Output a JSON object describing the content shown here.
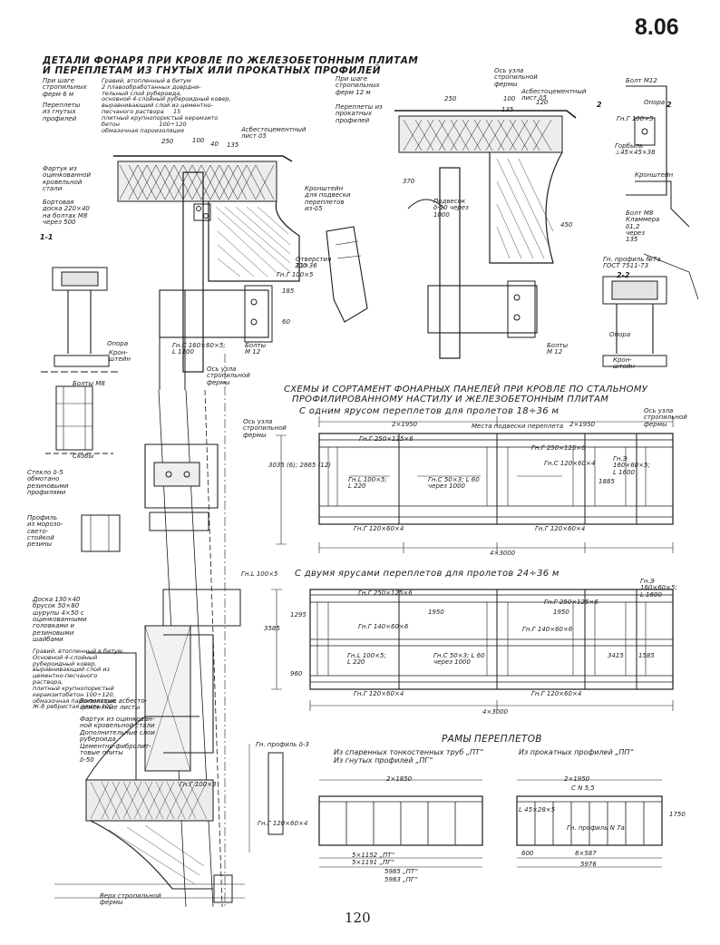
{
  "sheet_number": "8.06",
  "page_number": "120",
  "titles": {
    "main_1": "ДЕТАЛИ ФОНАРЯ ПРИ КРОВЛЕ ПО ЖЕЛЕЗОБЕТОННЫМ ПЛИТАМ",
    "main_2": "И ПЕРЕПЛЕТАМ ИЗ ГНУТЫХ ИЛИ ПРОКАТНЫХ ПРОФИЛЕЙ",
    "schemes_1": "СХЕМЫ И СОРТАМЕНТ ФОНАРНЫХ ПАНЕЛЕЙ ПРИ КРОВЛЕ ПО СТАЛЬНОМУ",
    "schemes_2": "ПРОФИЛИРОВАННОМУ НАСТИЛУ И ЖЕЛЕЗОБЕТОННЫМ ПЛИТАМ",
    "one_tier": "С одним ярусом переплетов для пролетов 18÷36 м",
    "two_tier": "С двумя ярусами переплетов для пролетов 24÷36 м",
    "frames": "РАМЫ ПЕРЕПЛЕТОВ",
    "frames_left": "Из спаренных тонкостенных труб „ПТ“",
    "frames_left_2": "Из гнутых профилей „ПГ“",
    "frames_right": "Из прокатных профилей „ПП“"
  },
  "left_labels": {
    "truss6": "При шаге\nстропильных\nферм 6 м",
    "bent": "Переплеты\nиз гнутых\nпрофилей",
    "roof_layers": "Гравий, втопленный в битум\n2 плавообработанных доврдни-\nтельный слой рубероида,\nосновной 4-слойный рубероидный ковер,\nвыравнивающий слой из цементно-\nпесчаного раствора     15\nплитный крупнопористый керамзито\nбетон                     100÷120\nобмазочная пароизоляция",
    "asbestos": "Асбестоцементный\nлист δ5",
    "apron": "Фартук из\nоцинкованной\nкровельной\nстали",
    "board": "Бортовая\nдоска 220×40\nна болтах М8\nчерез 500",
    "bracket": "Кронштейн\nдля подвески\nпереплетов\nиз-δ5",
    "holes": "Отверстия\n11×36",
    "angle100": "Гн.Г 100×5",
    "channel": "Гн.С 160×60×5;\nL 1100",
    "bolts": "Болты\nМ 12",
    "axis": "Ось узла\nстропильной\nфермы",
    "glass": "Стекло δ-5\nобмотано\nрезиновыми\nпрофилями",
    "profile": "Профиль\nиз морозо-\nсвето-\nстойкой\nрезины",
    "board2": "Доска 130×40\nбрусок 50×80\nшурупы 4×50 с\nоцинкованными\nголовками и\nрезиновыми\nшайбами",
    "roof2": "Гравий, втопленный в битум,\nОсновной 4-слойный\nрубероидный ковер,\nвыравнивающий слой из\nцементно-песчаного\nраствора,\nплитный крупнопористый\nкерамзитобетон 100÷120,\nобмазочная пароизоляция,\nЖ-б ребристая плита 300",
    "wave": "Волнистые асбесто-\nцементные листы",
    "apron2": "Фартук из оцинкован-\nной кровельной стали\nДополнительные слои\nрубероида",
    "cement": "Цементно-фибролит-\nтовые плиты\nδ-50",
    "top": "Верх стропильной\nфермы",
    "support": "Опора",
    "bracket2": "Крон-\nштейн",
    "clips": "Скобы",
    "bolts2": "Болты М8"
  },
  "right_labels": {
    "truss12": "При шаге\nстропильных\nферм 12 м",
    "rolled": "Переплеты из\nпрокатных\nпрофилей",
    "axis": "Ось узла\nстропильной\nфермы",
    "asbestos": "Асбестоцементный\nлист δ5",
    "bolt12": "Болт М12",
    "support": "Опора",
    "angle": "Гн.Г 100×5",
    "gorbyl": "Горбыль\n⊥45×45×38",
    "bolt8": "Болт М8\nКламмера\nδ1,2\nчерез\n135",
    "profile7": "Гн. профиль №7а\nГОСТ 7511-73",
    "bolts12": "Болты\nМ 12",
    "support2": "Опора",
    "bracket": "Крон-\nштейн",
    "bracket_s": "Кронштейн",
    "podvesok": "Подвесок\nδ-10 через\n1000"
  },
  "scheme_labels": {
    "axis": "Ось узла\nстропильной\nфермы",
    "hang": "Места подвески переплета",
    "top_beam": "Гн.Г 250×125×6",
    "bottom_beam": "Гн.Г 120×60×4",
    "angle": "Гн.L 100×5;\nL 220",
    "tube": "Гн.С 50×3; L 60\nчерез 1000",
    "c120": "Гн.С 120×60×4",
    "c160": "Гн.Э\n160×60×5;\nL 1600",
    "mid": "Гн.Г 140×60×6",
    "angle100": "Гн.L 100×5",
    "profile_d3": "Гн. профиль δ-3",
    "c120b": "Гн.Г 120×60×4",
    "c100": "Гн.Г 100×3",
    "c55": "С N 5,5",
    "p7a": "Гн. профиль N 7а",
    "l45": "L 45×28×5"
  },
  "dims": {
    "d250": "250",
    "d100": "100",
    "d40": "40",
    "d135": "135",
    "d120": "120",
    "d370": "370",
    "d450": "450",
    "d185": "185",
    "d300": "300",
    "d60": "60",
    "d2x1950": "2×1950",
    "d4x3000": "4×3000",
    "d3035": "3035 (6); 2865 (12)",
    "d3585": "3585",
    "d1950": "1950",
    "d960": "960",
    "d1295": "1295",
    "d1585": "1585",
    "d1885": "1885",
    "d3415": "3415",
    "f2x1850": "2×1850",
    "f2x1950": "2×1950",
    "f5985": "5985 „ПТ“",
    "f5983": "5983 „ПГ“",
    "f5976": "5976",
    "f5x1152": "5×1152 „ПТ“",
    "f5x1191": "5×1191 „ПГ“",
    "f8x587": "8×587",
    "f600": "600",
    "f1750": "1750",
    "s11": "1-1",
    "s22": "2-2",
    "n2": "2"
  }
}
